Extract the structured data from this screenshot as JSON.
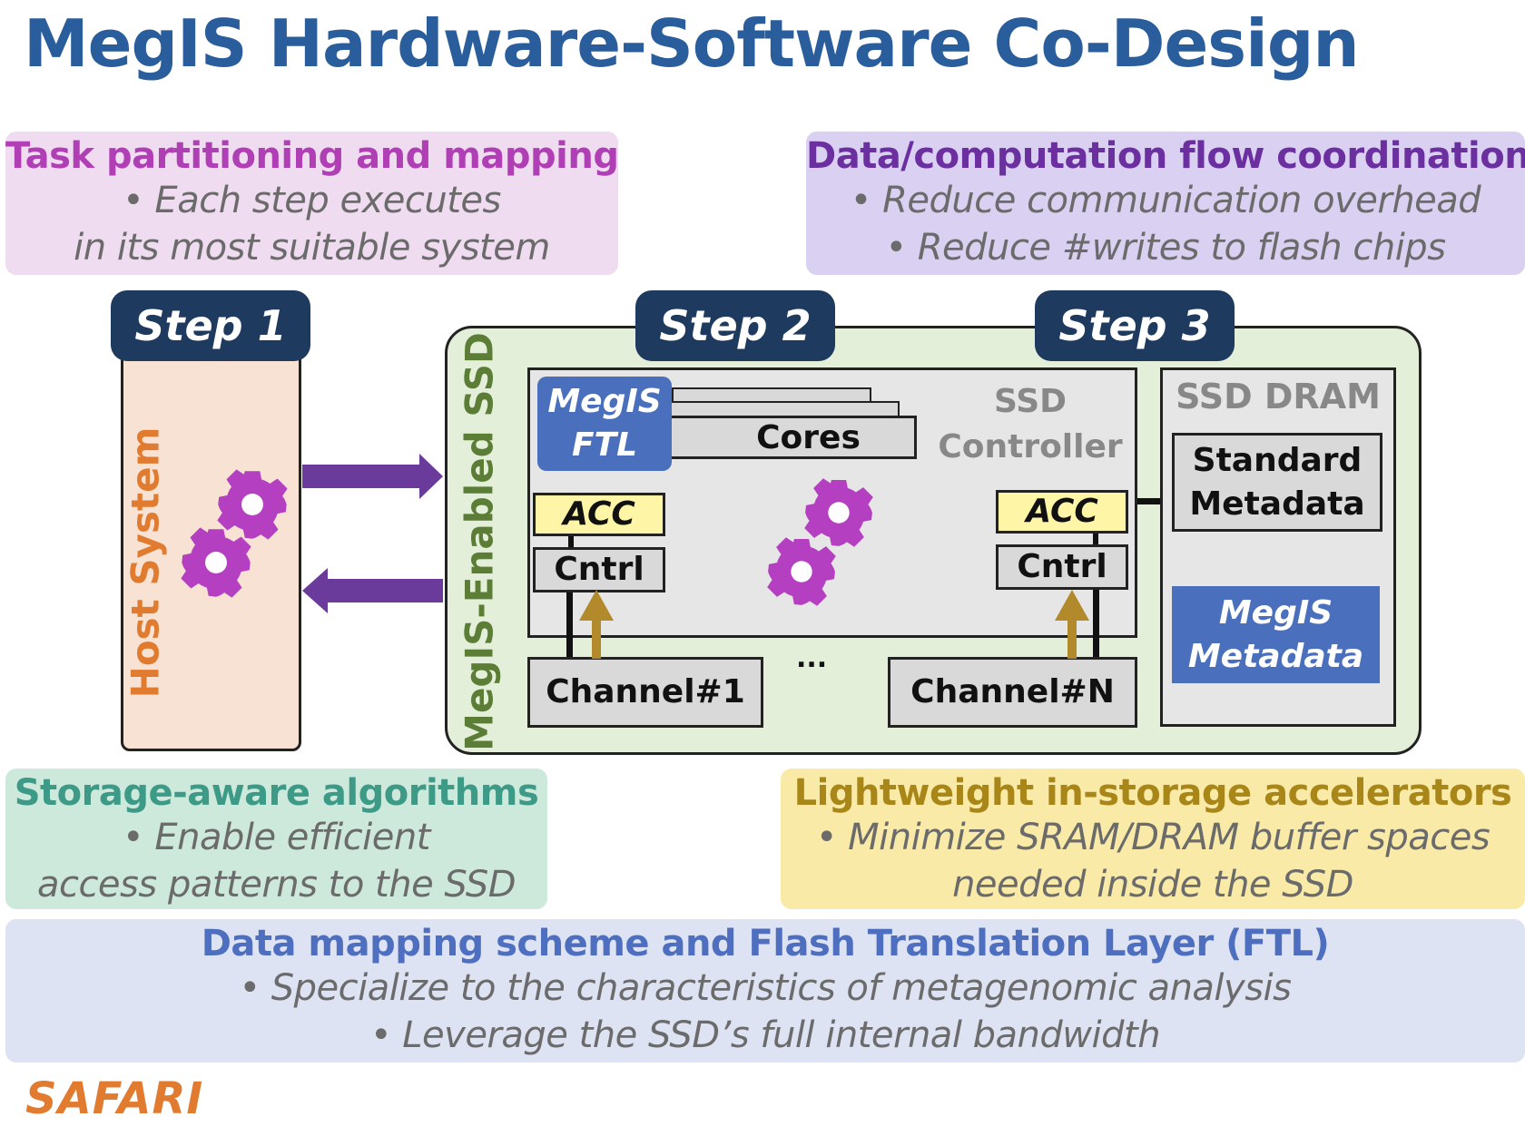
{
  "title": "MegIS Hardware-Software Co-Design",
  "panels": {
    "task": {
      "heading": "Task partitioning and mapping",
      "lines": [
        "•  Each step executes",
        "in its most suitable system"
      ]
    },
    "flow": {
      "heading": "Data/computation flow coordination",
      "lines": [
        "•  Reduce communication overhead",
        "•  Reduce #writes to flash chips"
      ]
    },
    "storage": {
      "heading": "Storage-aware algorithms",
      "lines": [
        "• Enable efficient",
        "access patterns to the SSD"
      ]
    },
    "accel": {
      "heading": "Lightweight in-storage accelerators",
      "lines": [
        "•  Minimize SRAM/DRAM buffer spaces",
        "needed inside the SSD"
      ]
    },
    "ftl": {
      "heading": "Data mapping scheme and Flash Translation Layer (FTL)",
      "lines": [
        "•  Specialize to the characteristics of metagenomic analysis",
        "•  Leverage the SSD’s full internal bandwidth"
      ]
    }
  },
  "steps": [
    "Step 1",
    "Step 2",
    "Step 3"
  ],
  "host": {
    "label": "Host System"
  },
  "ssd": {
    "label": "MegIS-Enabled SSD",
    "controller_label": [
      "SSD",
      "Controller"
    ],
    "ftl_label": [
      "MegIS",
      "FTL"
    ],
    "cores_label": "Cores",
    "acc_label": "ACC",
    "cntrl_label": "Cntrl",
    "channel_first": "Channel#1",
    "channel_last": "Channel#N",
    "ellipsis": "...",
    "dram_label": "SSD DRAM",
    "standard_metadata": [
      "Standard",
      "Metadata"
    ],
    "megis_metadata": [
      "MegIS",
      "Metadata"
    ]
  },
  "footer_logo": "SAFARI",
  "colors": {
    "title": "#2a5d9b",
    "task_bg": "#f0dcf0",
    "task_heading": "#b03fb5",
    "flow_bg": "#d9d0f2",
    "flow_heading": "#6b2fa0",
    "storage_bg": "#cde9dc",
    "storage_heading": "#3c9a86",
    "accel_bg": "#faeaa8",
    "accel_heading": "#a88718",
    "ftl_bg": "#dde3f3",
    "ftl_heading": "#4e6fc0",
    "step_tab": "#1e3a5f",
    "host_bg": "#f8e2d3",
    "host_label": "#e07b2f",
    "ssd_bg": "#e4efda",
    "ssd_label": "#5b7d36",
    "arrow": "#6b3b9b",
    "gear": "#b43fc0",
    "megis_blue": "#4a6fbd",
    "acc_yellow": "#fff5a6",
    "up_arrow": "#b28a2c",
    "safari": "#e07b2f"
  }
}
